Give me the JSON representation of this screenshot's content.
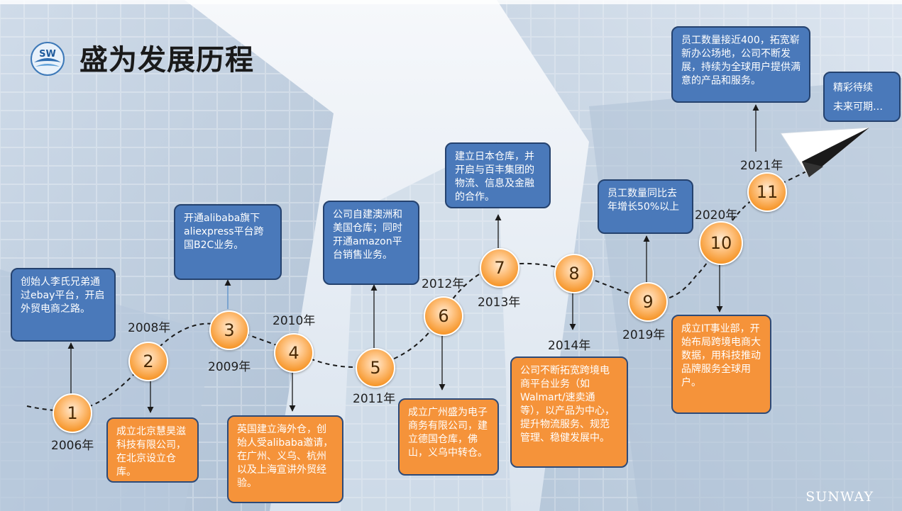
{
  "title": "盛为发展历程",
  "logo_text": "SW",
  "brand": "SUNWAY",
  "colors": {
    "blue_box": "#4a79ba",
    "orange_box": "#f5933a",
    "node": "#f6962a"
  },
  "milestones": [
    {
      "num": "1",
      "year": "2006年",
      "text": "创始人李氏兄弟通过ebay平台，开启外贸电商之路。"
    },
    {
      "num": "2",
      "year": "2008年",
      "text": "成立北京慧昊滋科技有限公司，在北京设立仓库。"
    },
    {
      "num": "3",
      "year": "2009年",
      "text": "开通alibaba旗下aliexpress平台跨国B2C业务。"
    },
    {
      "num": "4",
      "year": "2010年",
      "text": "英国建立海外仓，创始人受alibaba邀请，在广州、义乌、杭州以及上海宣讲外贸经验。"
    },
    {
      "num": "5",
      "year": "2011年",
      "text": "公司自建澳洲和美国仓库；同时开通amazon平台销售业务。"
    },
    {
      "num": "6",
      "year": "2012年",
      "text": "成立广州盛为电子商务有限公司，建立德国仓库，佛山，义乌中转仓。"
    },
    {
      "num": "7",
      "year": "2013年",
      "text": "建立日本仓库，并开启与百丰集团的物流、信息及金融的合作。"
    },
    {
      "num": "8",
      "year": "2014年",
      "text": "公司不断拓宽跨境电商平台业务（如Walmart/速卖通等），以产品为中心，提升物流服务、规范管理、稳健发展中。"
    },
    {
      "num": "9",
      "year": "2019年",
      "text": "员工数量同比去年增长50%以上"
    },
    {
      "num": "10",
      "year": "2020年",
      "text": "成立IT事业部，开始布局跨境电商大数据，用科技推动品牌服务全球用户。"
    },
    {
      "num": "11",
      "year": "2021年",
      "text": "员工数量接近400，拓宽崭新办公场地，公司不断发展，持续为全球用户提供满意的产品和服务。"
    }
  ],
  "future": {
    "line1": "精彩待续",
    "line2": "未来可期…"
  }
}
